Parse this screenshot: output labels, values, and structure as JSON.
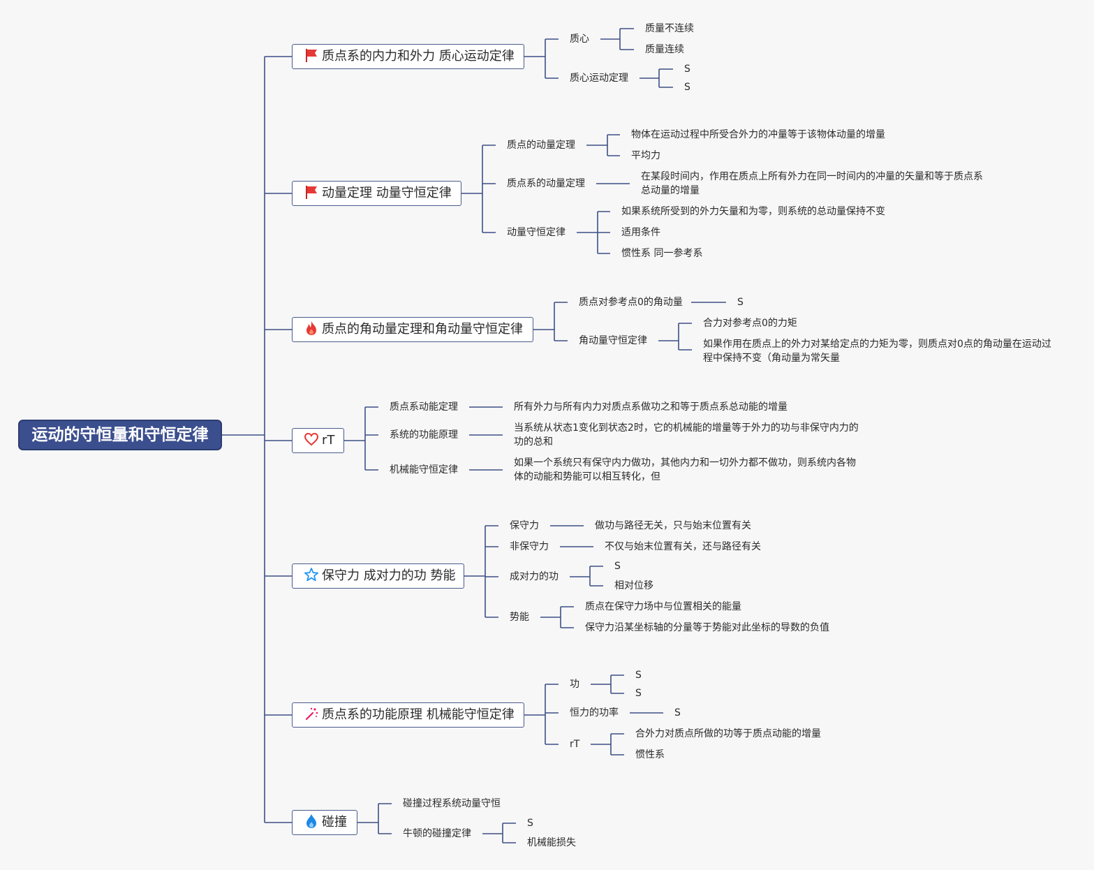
{
  "root": {
    "label": "运动的守恒量和守恒定律"
  },
  "colors": {
    "root_fill": "#3b4f8e",
    "connector": "#3d4f86",
    "flag": "#e53935",
    "fire": "#e53935",
    "heart": "#e53935",
    "star": "#2196f3",
    "wand": "#e91e63",
    "water": "#1e88e5"
  },
  "branches": [
    {
      "label": "质点系的内力和外力 质心运动定律",
      "icon": "flag-icon",
      "children": [
        {
          "label": "质心",
          "children": [
            {
              "label": "质量不连续"
            },
            {
              "label": "质量连续"
            }
          ]
        },
        {
          "label": "质心运动定理",
          "children": [
            {
              "label": "S"
            },
            {
              "label": "S"
            }
          ]
        }
      ]
    },
    {
      "label": "动量定理 动量守恒定律",
      "icon": "flag-icon",
      "children": [
        {
          "label": "质点的动量定理",
          "children": [
            {
              "label": "物体在运动过程中所受合外力的冲量等于该物体动量的增量"
            },
            {
              "label": "平均力"
            }
          ]
        },
        {
          "label": "质点系的动量定理",
          "children": [
            {
              "label": "在某段时间内，作用在质点上所有外力在同一时间内的冲量的矢量和等于质点系总动量的增量"
            }
          ]
        },
        {
          "label": "动量守恒定律",
          "children": [
            {
              "label": "如果系统所受到的外力矢量和为零，则系统的总动量保持不变"
            },
            {
              "label": "适用条件"
            },
            {
              "label": "惯性系 同一参考系"
            }
          ]
        }
      ]
    },
    {
      "label": "质点的角动量定理和角动量守恒定律",
      "icon": "fire-icon",
      "children": [
        {
          "label": "质点对参考点0的角动量",
          "children": [
            {
              "label": "S"
            }
          ]
        },
        {
          "label": "角动量守恒定律",
          "children": [
            {
              "label": "合力对参考点0的力矩"
            },
            {
              "label": "如果作用在质点上的外力对某给定点的力矩为零，则质点对0点的角动量在运动过程中保持不变（角动量为常矢量"
            }
          ]
        }
      ]
    },
    {
      "label": "rT",
      "icon": "heart-icon",
      "children": [
        {
          "label": "质点系动能定理",
          "children": [
            {
              "label": "所有外力与所有内力对质点系做功之和等于质点系总动能的增量"
            }
          ]
        },
        {
          "label": "系统的功能原理",
          "children": [
            {
              "label": "当系统从状态1变化到状态2时，它的机械能的增量等于外力的功与非保守内力的功的总和"
            }
          ]
        },
        {
          "label": "机械能守恒定律",
          "children": [
            {
              "label": "如果一个系统只有保守内力做功，其他内力和一切外力都不做功，则系统内各物体的动能和势能可以相互转化，但"
            }
          ]
        }
      ]
    },
    {
      "label": "保守力 成对力的功 势能",
      "icon": "star-icon",
      "children": [
        {
          "label": "保守力",
          "children": [
            {
              "label": "做功与路径无关，只与始末位置有关"
            }
          ]
        },
        {
          "label": "非保守力",
          "children": [
            {
              "label": "不仅与始末位置有关，还与路径有关"
            }
          ]
        },
        {
          "label": "成对力的功",
          "children": [
            {
              "label": "S"
            },
            {
              "label": "相对位移"
            }
          ]
        },
        {
          "label": "势能",
          "children": [
            {
              "label": "质点在保守力场中与位置相关的能量"
            },
            {
              "label": "保守力沿某坐标轴的分量等于势能对此坐标的导数的负值"
            }
          ]
        }
      ]
    },
    {
      "label": "质点系的功能原理 机械能守恒定律",
      "icon": "magic-wand-icon",
      "children": [
        {
          "label": "功",
          "children": [
            {
              "label": "S"
            },
            {
              "label": "S"
            }
          ]
        },
        {
          "label": "恒力的功率",
          "children": [
            {
              "label": "S"
            }
          ]
        },
        {
          "label": "rT",
          "children": [
            {
              "label": "合外力对质点所做的功等于质点动能的增量"
            },
            {
              "label": "惯性系"
            }
          ]
        }
      ]
    },
    {
      "label": "碰撞",
      "icon": "water-drop-icon",
      "children": [
        {
          "label": "碰撞过程系统动量守恒",
          "children": []
        },
        {
          "label": "牛顿的碰撞定律",
          "children": [
            {
              "label": "S"
            },
            {
              "label": "机械能损失"
            }
          ]
        }
      ]
    }
  ]
}
